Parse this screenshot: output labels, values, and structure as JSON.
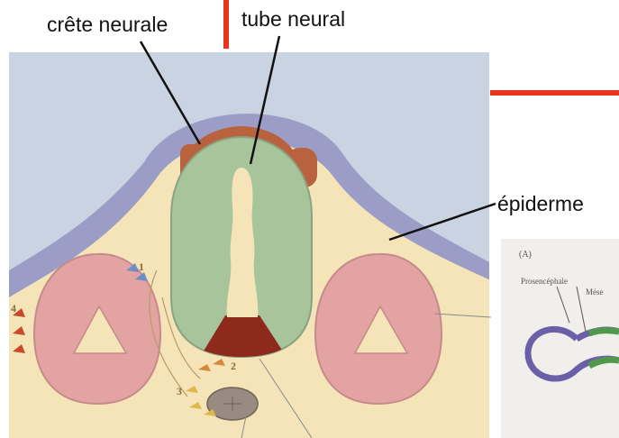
{
  "labels": {
    "neural_crest": "crête neurale",
    "neural_tube": "tube neural",
    "epidermis": "épiderme"
  },
  "inset": {
    "panel_letter": "(A)",
    "prosencephale": "Prosencéphale",
    "mesencephale": "Mése"
  },
  "numbers": {
    "n1": "1",
    "n2": "2",
    "n3": "3",
    "n4": "4"
  },
  "colors": {
    "accent_red": "#e8361c",
    "background_blue": "#c9d3e2",
    "epidermis_purple": "#9b9dc7",
    "mesoderm_cream": "#f5e4b8",
    "neural_tube_green": "#a8c49a",
    "somite_pink": "#e4a3a3",
    "crest_brown": "#b8623e",
    "floor_dark_red": "#8e2a1c"
  }
}
